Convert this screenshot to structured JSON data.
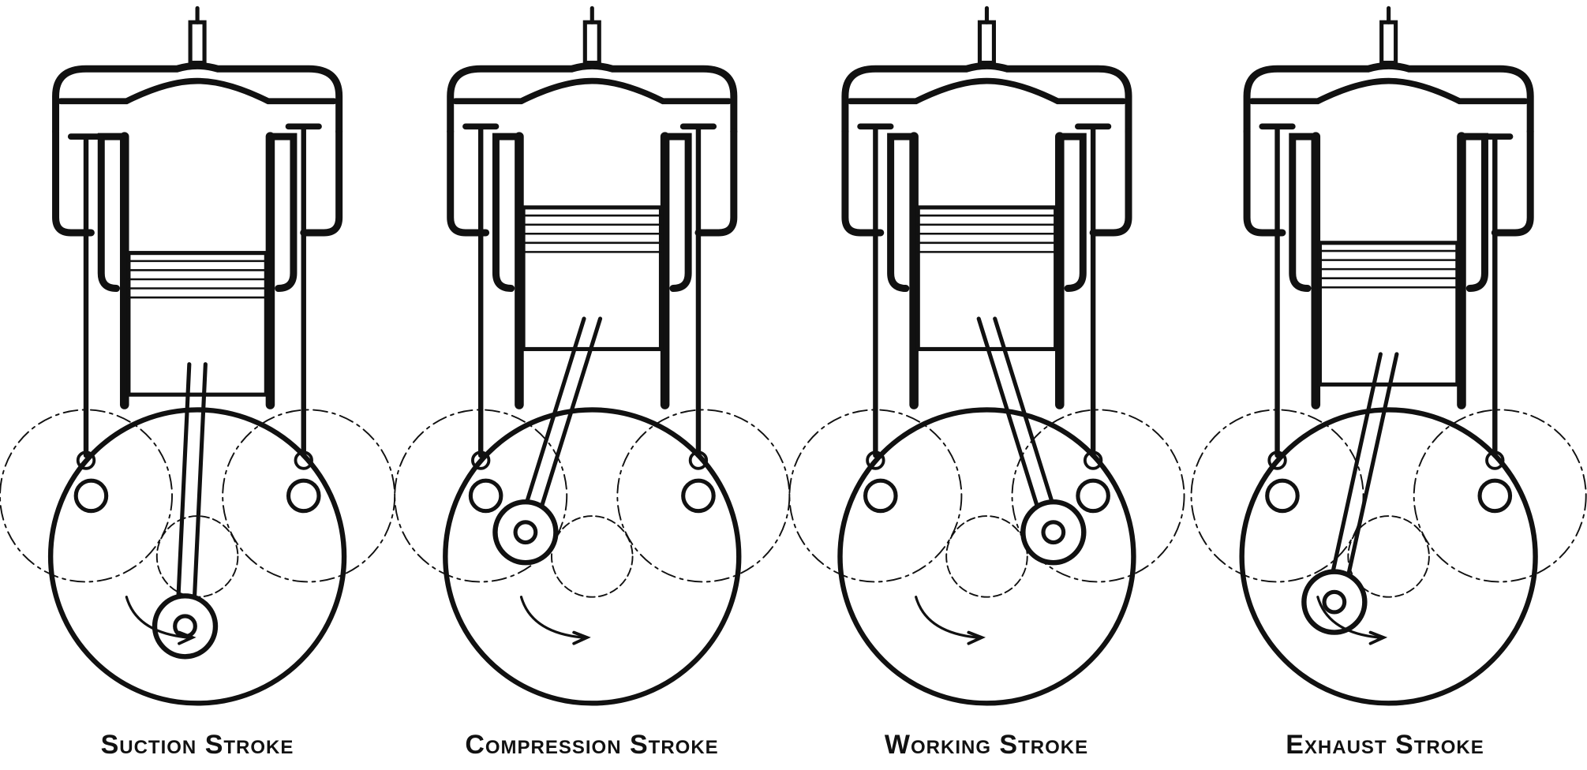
{
  "colors": {
    "ink": "#111111",
    "paper": "#ffffff"
  },
  "strokes": [
    {
      "id": "suction",
      "label": "Suction Stroke",
      "piston_position": "bottom",
      "crank_angle_deg": 100,
      "intake_valve": "open",
      "exhaust_valve": "closed"
    },
    {
      "id": "compression",
      "label": "Compression Stroke",
      "piston_position": "top",
      "crank_angle_deg": 200,
      "intake_valve": "closed",
      "exhaust_valve": "closed"
    },
    {
      "id": "working",
      "label": "Working Stroke",
      "piston_position": "top",
      "crank_angle_deg": -20,
      "intake_valve": "closed",
      "exhaust_valve": "closed"
    },
    {
      "id": "exhaust",
      "label": "Exhaust Stroke",
      "piston_position": "middle",
      "crank_angle_deg": 140,
      "intake_valve": "closed",
      "exhaust_valve": "open"
    }
  ]
}
